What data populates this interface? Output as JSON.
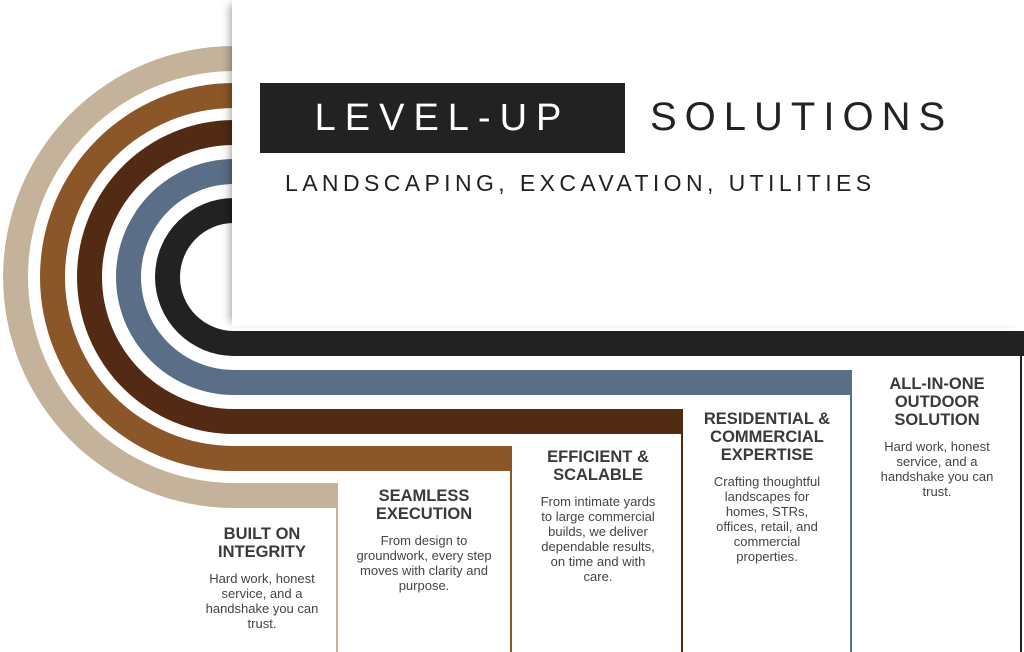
{
  "brand": {
    "name_boxed": "LEVEL-UP",
    "name_plain": "SOLUTIONS",
    "tagline": "LANDSCAPING, EXCAVATION, UTILITIES"
  },
  "colors": {
    "tan": "#c4b29a",
    "brown": "#8b5628",
    "dark_brown": "#532a14",
    "slate": "#5b6e87",
    "black": "#222222"
  },
  "pillars": [
    {
      "title": "BUILT ON INTEGRITY",
      "body": "Hard work, honest service, and a handshake you can trust."
    },
    {
      "title": "SEAMLESS EXECUTION",
      "body": "From design to groundwork, every step moves with clarity and purpose."
    },
    {
      "title": "EFFICIENT & SCALABLE",
      "body": "From intimate yards to large commercial builds, we deliver dependable results, on time and with care."
    },
    {
      "title": "RESIDENTIAL & COMMERCIAL EXPERTISE",
      "body": "Crafting thoughtful landscapes for homes, STRs, offices, retail, and commercial properties."
    },
    {
      "title": "ALL-IN-ONE OUTDOOR SOLUTION",
      "body": "Hard work, honest service, and a handshake you can trust."
    }
  ]
}
